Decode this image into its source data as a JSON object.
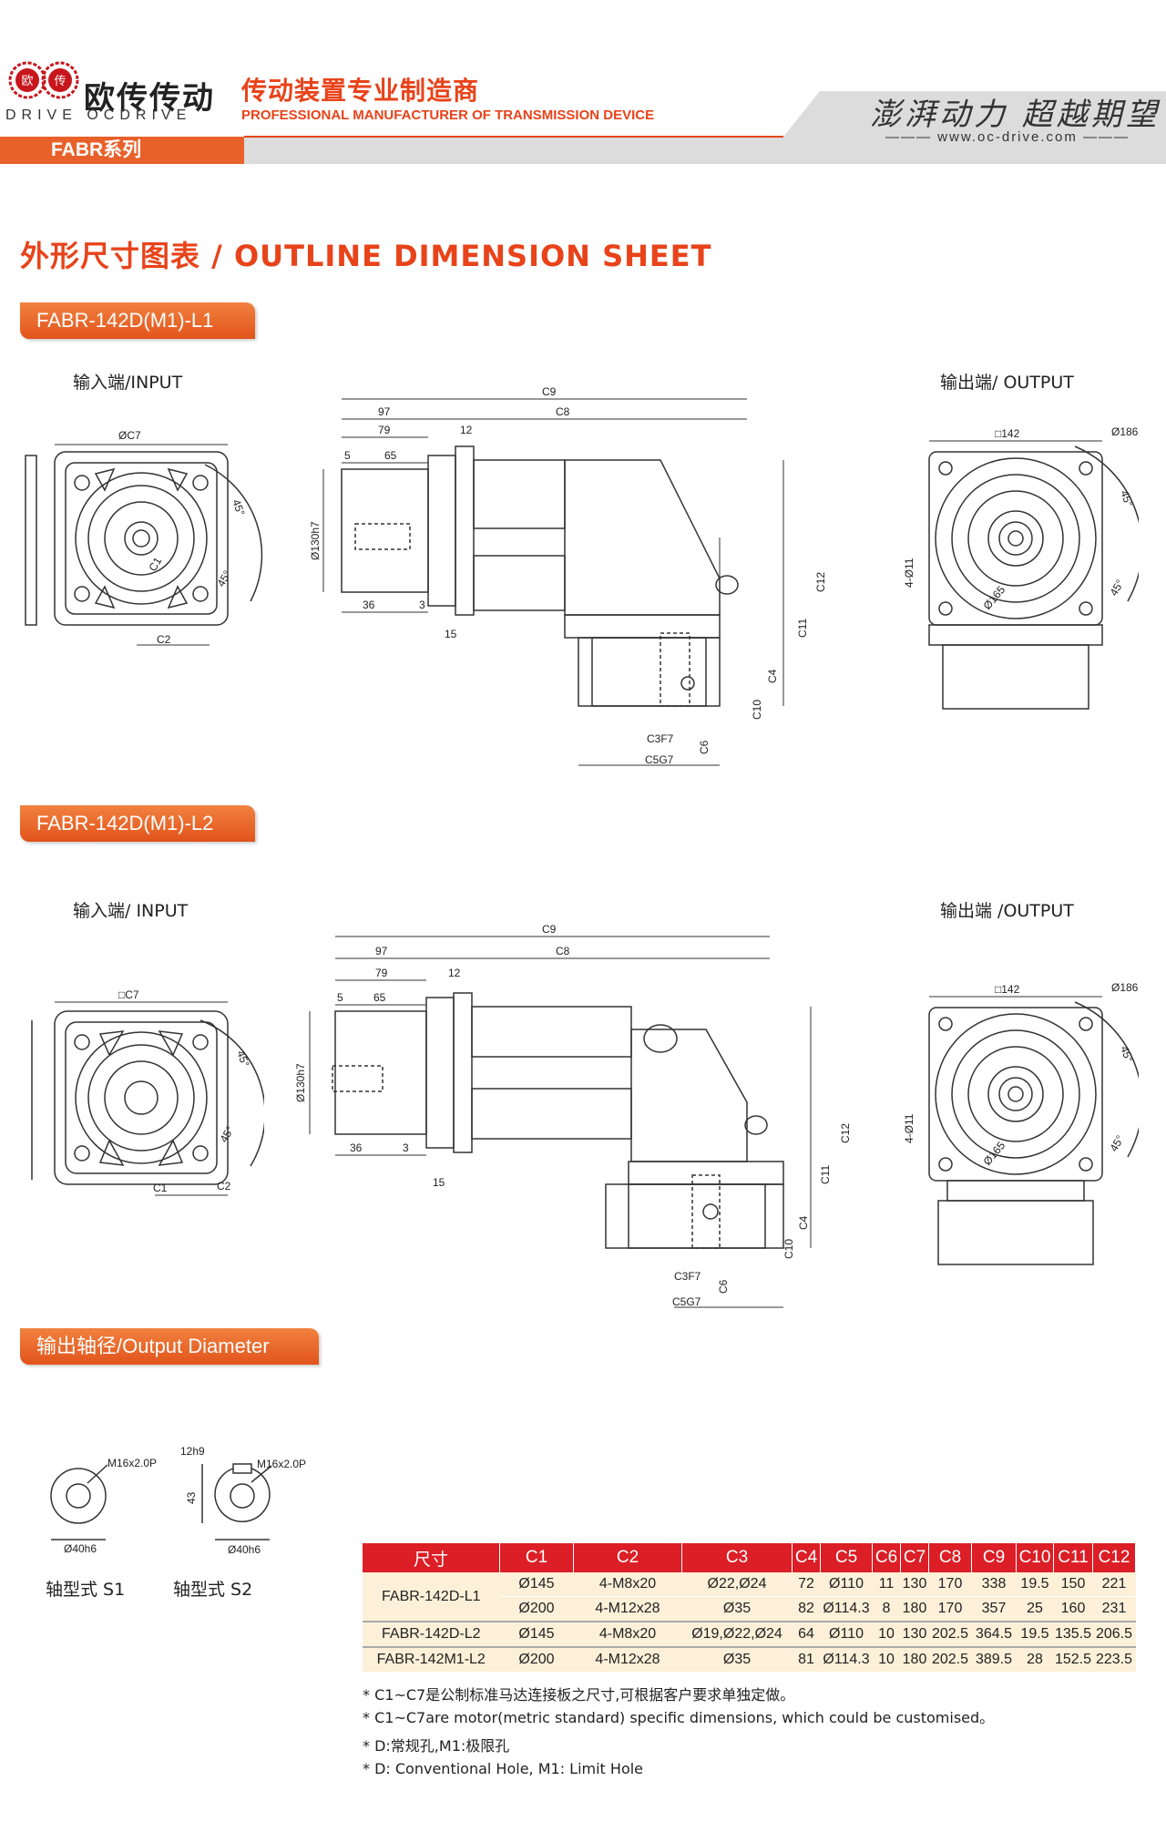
{
  "header": {
    "logo_text": "欧传",
    "brand_cn": "欧传传动",
    "brand_en": "DRIVE OCDRIVE",
    "slogan_cn": "传动装置专业制造商",
    "slogan_en": "PROFESSIONAL MANUFACTURER OF TRANSMISSION DEVICE",
    "motto": "澎湃动力 超越期望",
    "website": "www.oc-drive.com",
    "series": "FABR系列",
    "colors": {
      "accent": "#e8431a",
      "table_head": "#dc1e26",
      "table_body": "#fdf0d9"
    }
  },
  "section_title": "外形尺寸图表 / OUTLINE DIMENSION SHEET",
  "models": [
    {
      "tag": "FABR-142D(M1)-L1",
      "input_label": "输入端/INPUT",
      "output_label": "输出端/ OUTPUT",
      "dims": {
        "c9": "C9",
        "d97": "97",
        "c8": "C8",
        "d79": "79",
        "d12": "12",
        "d5": "5",
        "d65": "65",
        "d130": "Ø130h7",
        "d36": "36",
        "d3": "3",
        "d15": "15",
        "c12": "C12",
        "c11": "C11",
        "c4": "C4",
        "c10": "C10",
        "c3": "C3F7",
        "c6": "C6",
        "c5": "C5G7",
        "c7": "ØC7",
        "c1": "C1",
        "c2": "C2",
        "a45a": "45°",
        "a45b": "45°",
        "sq142": "□142",
        "d186": "Ø186",
        "d165": "Ø165",
        "h11": "4-Ø11",
        "a45c": "45°",
        "a45d": "45°"
      }
    },
    {
      "tag": "FABR-142D(M1)-L2",
      "input_label": "输入端/ INPUT",
      "output_label": "输出端 /OUTPUT",
      "dims": {
        "c9": "C9",
        "d97": "97",
        "c8": "C8",
        "d79": "79",
        "d12": "12",
        "d5": "5",
        "d65": "65",
        "d130": "Ø130h7",
        "d36": "36",
        "d3": "3",
        "d15": "15",
        "c12": "C12",
        "c11": "C11",
        "c4": "C4",
        "c10": "C10",
        "c3": "C3F7",
        "c6": "C6",
        "c5": "C5G7",
        "c7": "□C7",
        "c1": "C1",
        "c2": "C2",
        "a45a": "45°",
        "a45b": "45°",
        "sq142": "□142",
        "d186": "Ø186",
        "d165": "Ø165",
        "h11": "4-Ø11",
        "a45c": "45°",
        "a45d": "45°"
      }
    }
  ],
  "output_diameter": {
    "tag": "输出轴径/Output Diameter",
    "s1": {
      "label": "轴型式 S1",
      "thread": "M16x2.0P",
      "dia": "Ø40h6"
    },
    "s2": {
      "label": "轴型式 S2",
      "thread": "M16x2.0P",
      "dia": "Ø40h6",
      "key": "12h9",
      "height": "43"
    }
  },
  "table": {
    "headers": [
      "尺寸",
      "C1",
      "C2",
      "C3",
      "C4",
      "C5",
      "C6",
      "C7",
      "C8",
      "C9",
      "C10",
      "C11",
      "C12"
    ],
    "rows": [
      [
        "FABR-142D-L1",
        "Ø145",
        "4-M8x20",
        "Ø22,Ø24",
        "72",
        "Ø110",
        "11",
        "130",
        "170",
        "338",
        "19.5",
        "150",
        "221"
      ],
      [
        "",
        "Ø200",
        "4-M12x28",
        "Ø35",
        "82",
        "Ø114.3",
        "8",
        "180",
        "170",
        "357",
        "25",
        "160",
        "231"
      ],
      [
        "FABR-142D-L2",
        "Ø145",
        "4-M8x20",
        "Ø19,Ø22,Ø24",
        "64",
        "Ø110",
        "10",
        "130",
        "202.5",
        "364.5",
        "19.5",
        "135.5",
        "206.5"
      ],
      [
        "FABR-142M1-L2",
        "Ø200",
        "4-M12x28",
        "Ø35",
        "81",
        "Ø114.3",
        "10",
        "180",
        "202.5",
        "389.5",
        "28",
        "152.5",
        "223.5"
      ]
    ]
  },
  "notes": [
    "* C1~C7是公制标准马达连接板之尺寸,可根据客户要求单独定做。",
    "* C1~C7are motor(metric standard)  specific dimensions, which could be customised。",
    "* D:常规孔,M1:极限孔",
    "* D: Conventional Hole, M1: Limit Hole"
  ]
}
